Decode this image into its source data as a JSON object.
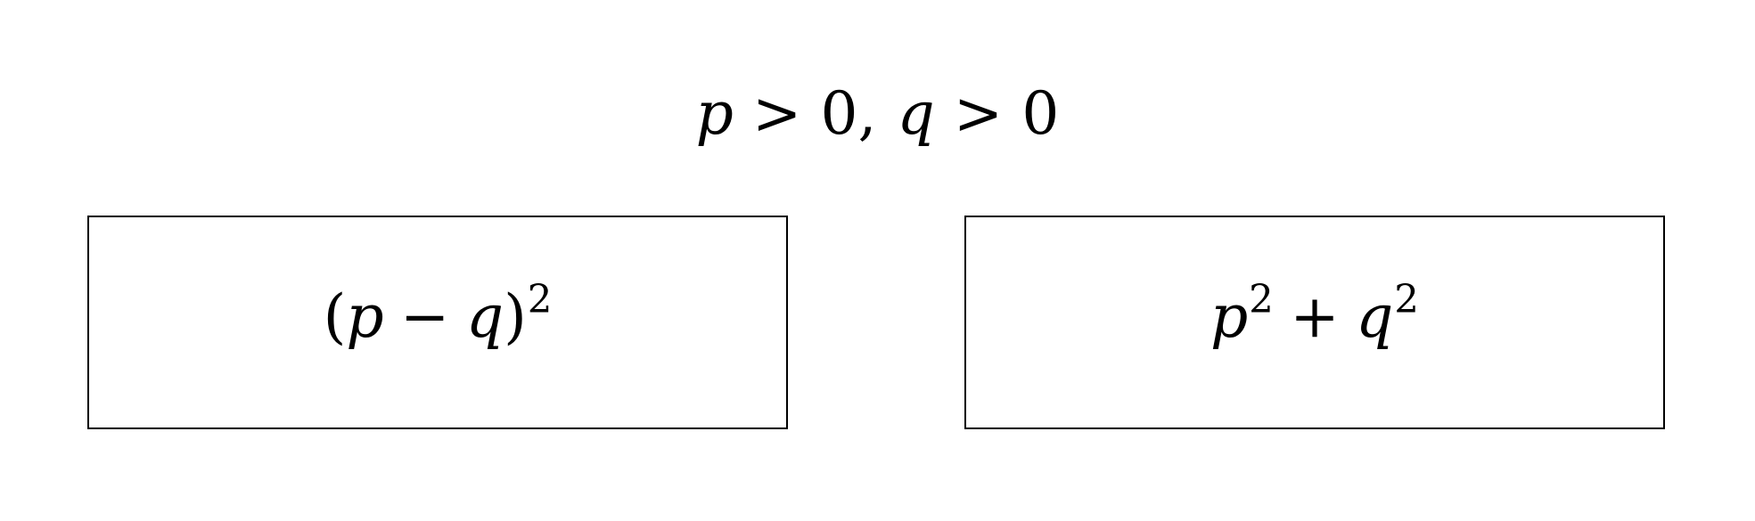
{
  "condition": {
    "var1": "p",
    "rel1": ">",
    "num1": "0",
    "comma": ",",
    "var2": "q",
    "rel2": ">",
    "num2": "0"
  },
  "left_box": {
    "open_paren": "(",
    "var1": "p",
    "operator": "−",
    "var2": "q",
    "close_paren": ")",
    "exponent": "2"
  },
  "right_box": {
    "var1": "p",
    "exponent1": "2",
    "operator": "+",
    "var2": "q",
    "exponent2": "2"
  }
}
